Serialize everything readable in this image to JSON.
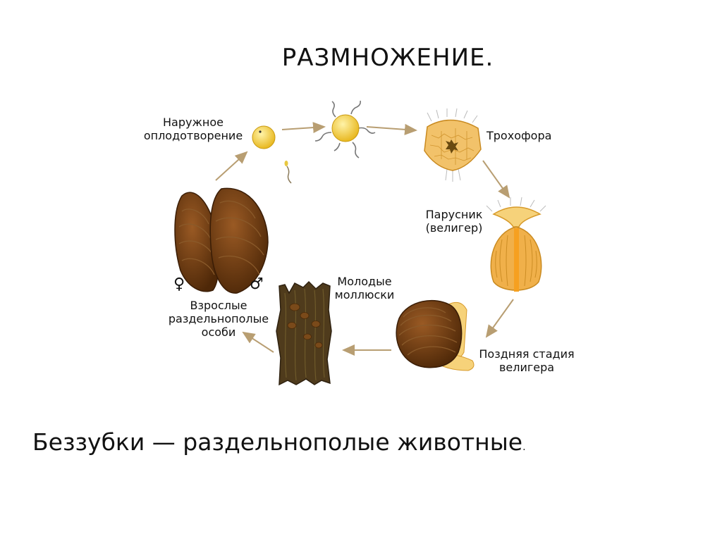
{
  "title": "РАЗМНОЖЕНИЕ.",
  "labels": {
    "fertilization": [
      "Наружное",
      "оплодотворение"
    ],
    "trochophore": "Трохофора",
    "veliger": [
      "Парусник",
      "(велигер)"
    ],
    "late_veliger": [
      "Поздняя стадия",
      "велигера"
    ],
    "young": [
      "Молодые",
      "моллюски"
    ],
    "adults": [
      "Взрослые",
      "раздельнополые",
      "особи"
    ]
  },
  "symbols": {
    "female": "♀",
    "male": "♂"
  },
  "caption": {
    "text": "Беззубки — раздельнополые животные",
    "end": "."
  },
  "colors": {
    "egg": "#f5d24a",
    "shell_brown": "#6b3a12",
    "larva": "#f2c26a",
    "wood": "#4f3b1c",
    "arrow": "#b89e72"
  }
}
